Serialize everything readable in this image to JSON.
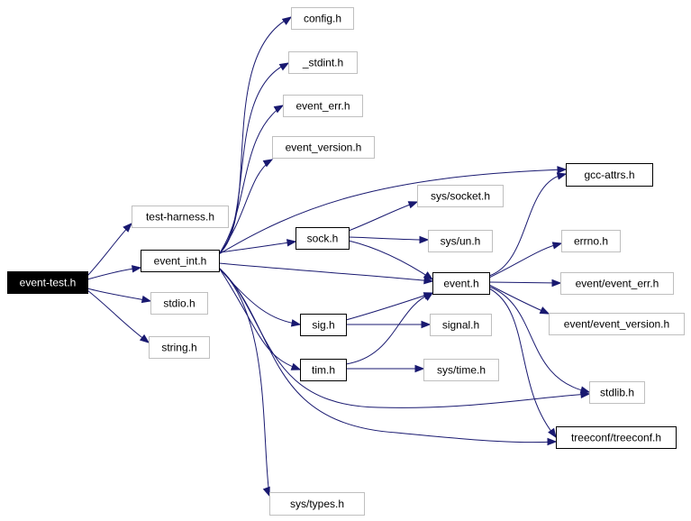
{
  "nodes": {
    "event_test_h": "event-test.h",
    "test_harness_h": "test-harness.h",
    "event_int_h": "event_int.h",
    "stdio_h": "stdio.h",
    "string_h": "string.h",
    "config_h": "config.h",
    "stdint_h": "_stdint.h",
    "event_err_h": "event_err.h",
    "event_version_h": "event_version.h",
    "gcc_attrs_h": "gcc-attrs.h",
    "sys_socket_h": "sys/socket.h",
    "sock_h": "sock.h",
    "sys_un_h": "sys/un.h",
    "event_h": "event.h",
    "errno_h": "errno.h",
    "event_event_err_h": "event/event_err.h",
    "event_event_version_h": "event/event_version.h",
    "sig_h": "sig.h",
    "signal_h": "signal.h",
    "tim_h": "tim.h",
    "sys_time_h": "sys/time.h",
    "stdlib_h": "stdlib.h",
    "treeconf_h": "treeconf/treeconf.h",
    "sys_types_h": "sys/types.h"
  }
}
